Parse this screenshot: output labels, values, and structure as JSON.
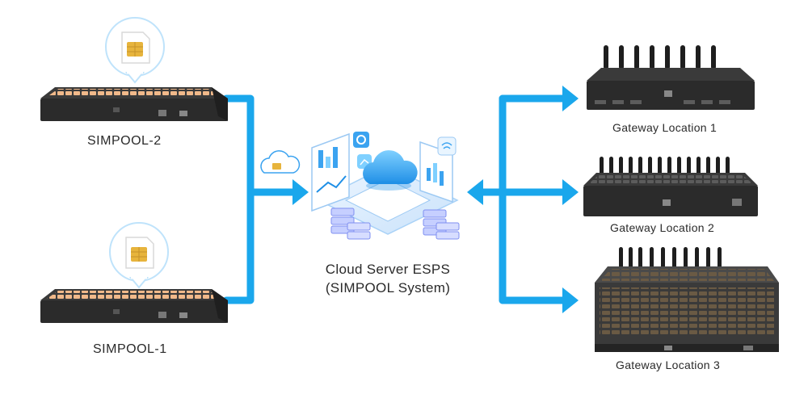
{
  "simpool_devices": [
    {
      "label": "SIMPOOL-2"
    },
    {
      "label": "SIMPOOL-1"
    }
  ],
  "cloud_server": {
    "line1": "Cloud Server ESPS",
    "line2": "(SIMPOOL System)"
  },
  "gateways": [
    {
      "label": "Gateway Location 1"
    },
    {
      "label": "Gateway Location 2"
    },
    {
      "label": "Gateway Location 3"
    }
  ],
  "colors": {
    "background": "#ffffff",
    "connector": "#1aa7ec",
    "device_body": "#2b2b2b",
    "sim_slot": "#f1b98a",
    "sim_chip": "#e7b43c",
    "cloud_accent": "#3ba3f0",
    "text": "#2a2a2a"
  }
}
